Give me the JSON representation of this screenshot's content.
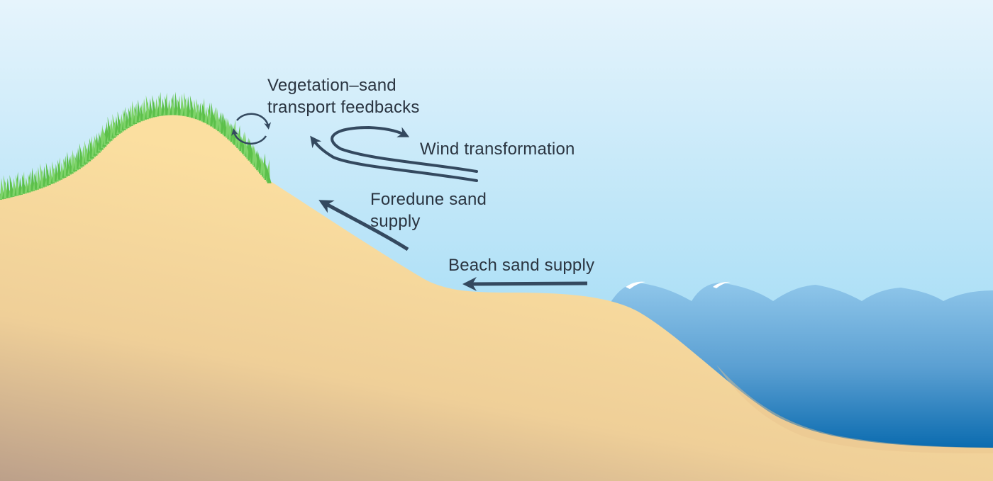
{
  "labels": {
    "vegetation_feedbacks": "Vegetation–sand\ntransport feedbacks",
    "wind_transformation": "Wind transformation",
    "foredune_supply": "Foredune sand\nsupply",
    "beach_supply": "Beach sand supply"
  },
  "colors": {
    "sky_top": "#e3f3fc",
    "sky_bottom": "#8fd5f4",
    "sand_light": "#fbdfa0",
    "sand_dark": "#bfa28a",
    "sea_top": "#8cc4e8",
    "sea_bottom": "#0a6db0",
    "grass": "#5cc04a",
    "arrow": "#34495f"
  }
}
